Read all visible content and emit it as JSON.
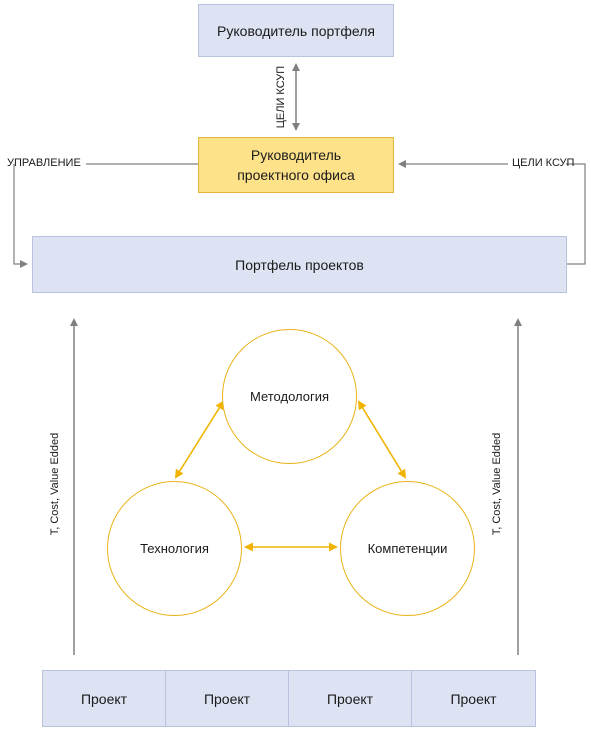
{
  "boxes": {
    "portfolio_manager": "Руководитель портфеля",
    "pmo_manager_line1": "Руководитель",
    "pmo_manager_line2": "проектного офиса",
    "portfolio": "Портфель проектов"
  },
  "labels": {
    "goals_vertical": "ЦЕЛИ КСУП",
    "management": "УПРАВЛЕНИЕ",
    "goals_right": "ЦЕЛИ КСУП",
    "metrics_left": "T, Cost, Value Edded",
    "metrics_right": "T, Cost, Value Edded"
  },
  "circles": {
    "methodology": "Методология",
    "technology": "Технология",
    "competencies": "Компетенции"
  },
  "projects": [
    "Проект",
    "Проект",
    "Проект",
    "Проект"
  ],
  "colors": {
    "lavender": "#dde3f3",
    "gold": "#fde28a",
    "circle_border": "#e9b319",
    "arrow_gray": "#808080",
    "arrow_gold": "#f0b400"
  }
}
